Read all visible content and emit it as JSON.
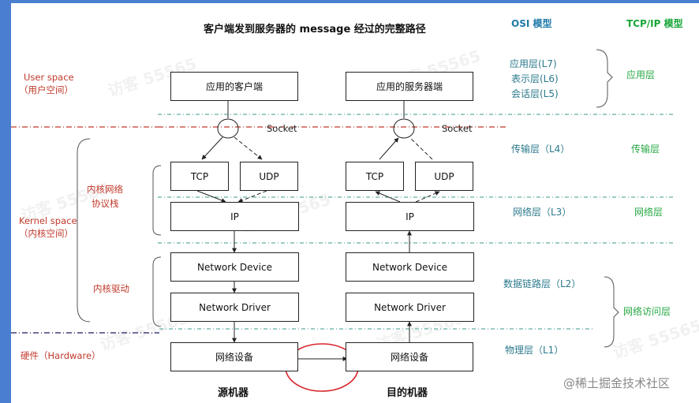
{
  "title": "客户端发到服务器的 message 经过的完整路径",
  "headers": {
    "osi": "OSI 模型",
    "tcpip": "TCP/IP 模型"
  },
  "left_labels": {
    "user_space": "User space",
    "user_space_cn": "（用户空间）",
    "kernel_space": "Kernel space",
    "kernel_space_cn": "（内核空间）",
    "hardware": "硬件（Hardware）",
    "stack": [
      "内核网络",
      "协议栈"
    ],
    "driver": "内核驱动"
  },
  "socket_label": "Socket",
  "client": {
    "app": "应用的客户端",
    "tcp": "TCP",
    "udp": "UDP",
    "ip": "IP",
    "device": "Network Device",
    "driver": "Network Driver",
    "hardware": "网络设备",
    "footer": "源机器"
  },
  "server": {
    "app": "应用的服务器端",
    "tcp": "TCP",
    "udp": "UDP",
    "ip": "IP",
    "device": "Network Device",
    "driver": "Network Driver",
    "hardware": "网络设备",
    "footer": "目的机器"
  },
  "osi_layers": {
    "app": [
      "应用层(L7)",
      "表示层(L6)",
      "会话层(L5)"
    ],
    "transport": "传输层（L4）",
    "network": "网络层（L3）",
    "datalink": "数据链路层（L2）",
    "physical": "物理层（L1）"
  },
  "tcpip_layers": {
    "app": "应用层",
    "transport": "传输层",
    "network": "网络层",
    "access": "网络访问层"
  },
  "watermark": "访客 55565",
  "credit": "@稀土掘金技术社区",
  "colors": {
    "frame": "#4a7fd0",
    "red": "#c0392b",
    "teal": "#2b7a8c",
    "green": "#27a844",
    "circle": "#d6242a"
  }
}
